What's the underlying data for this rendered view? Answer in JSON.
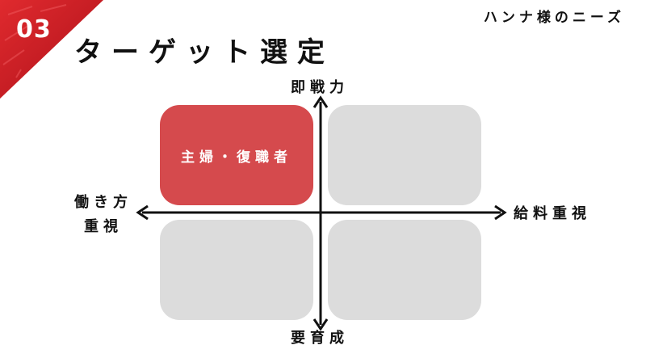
{
  "slide": {
    "number": "03",
    "header_tag": "ハンナ様のニーズ",
    "title": "ターゲット選定",
    "accent_color": "#d54a4d",
    "corner_color": "#c21d25"
  },
  "matrix": {
    "axis_top": "即戦力",
    "axis_bottom": "要育成",
    "axis_right": "給料重視",
    "axis_left_line1": "働き方",
    "axis_left_line2": "重視",
    "quadrants": {
      "top_left": "主婦・復職者",
      "top_right": "",
      "bottom_left": "",
      "bottom_right": ""
    }
  }
}
